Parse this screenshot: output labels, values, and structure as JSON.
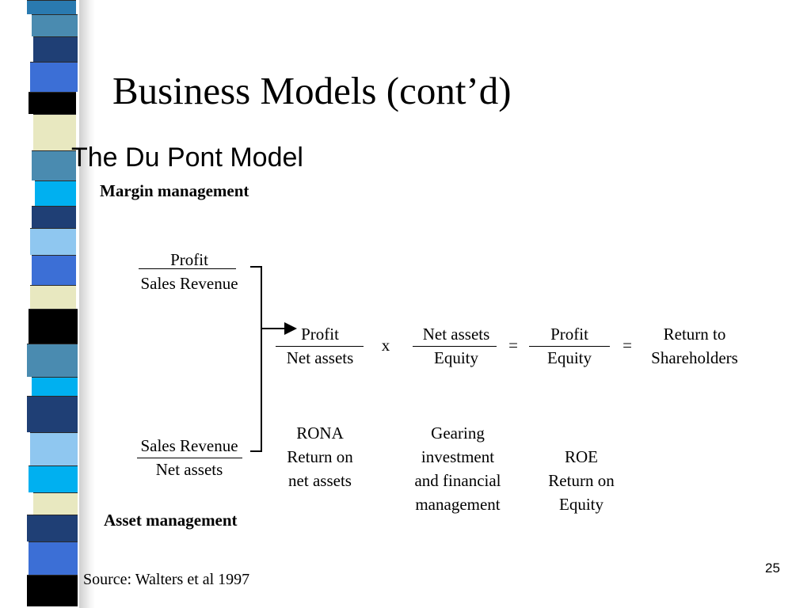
{
  "slide": {
    "title": "Business Models (cont’d)",
    "subtitle": "The Du Pont Model",
    "margin_label": "Margin management",
    "asset_label": "Asset management",
    "source": "Source: Walters et al 1997",
    "page_number": "25"
  },
  "diagram": {
    "profit_margin": {
      "numerator": "Profit",
      "denominator": "Sales Revenue"
    },
    "asset_turnover": {
      "numerator": "Sales Revenue",
      "denominator": "Net assets"
    },
    "rona": {
      "numerator": "Profit",
      "denominator": "Net assets",
      "caption": [
        "RONA",
        "Return on",
        "net assets"
      ]
    },
    "times_operator": "x",
    "gearing": {
      "numerator": "Net assets",
      "denominator": "Equity",
      "caption": [
        "Gearing",
        "investment",
        "and financial",
        "management"
      ]
    },
    "equals_operator_1": "=",
    "roe": {
      "numerator": "Profit",
      "denominator": "Equity",
      "caption": [
        "ROE",
        "Return on",
        "Equity"
      ]
    },
    "equals_operator_2": "=",
    "result": [
      "Return to",
      "Shareholders"
    ]
  },
  "colors": {
    "stripe_blocks": [
      "#2a7ab0",
      "#4a8bb0",
      "#1f3f75",
      "#3c6fd6",
      "#000000",
      "#e8e8c0",
      "#4a8bb0",
      "#00b0f0",
      "#1f3f75",
      "#8fc7f0",
      "#3c6fd6",
      "#e8e8c0",
      "#000000",
      "#4a8bb0",
      "#00b0f0",
      "#1f3f75",
      "#8fc7f0",
      "#00b0f0",
      "#e8e8c0",
      "#1f3f75",
      "#3c6fd6",
      "#000000"
    ]
  }
}
